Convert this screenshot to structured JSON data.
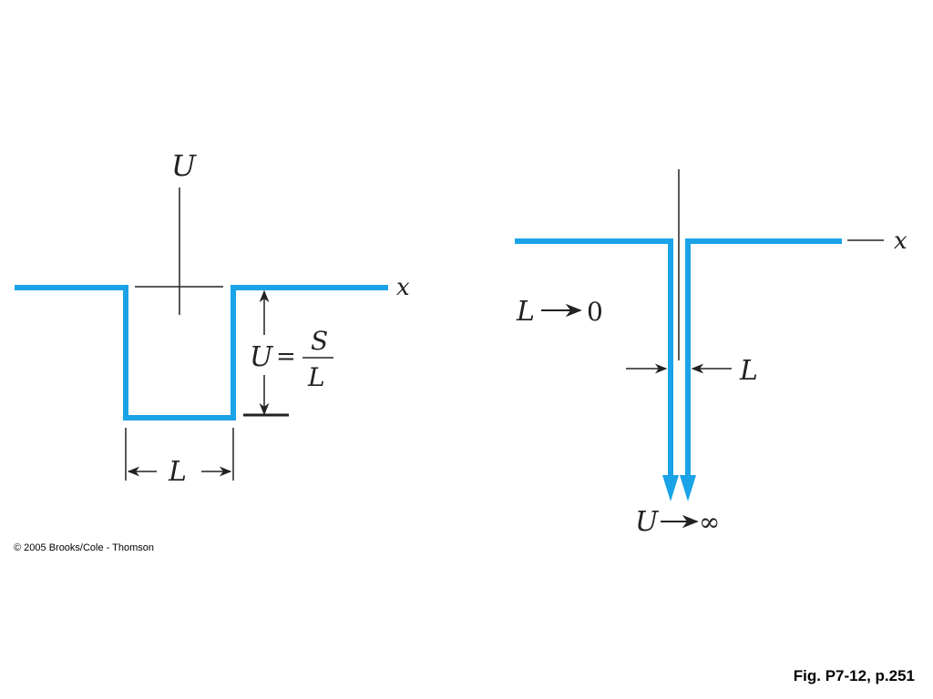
{
  "colors": {
    "well": "#1aa3e6",
    "axis": "#222222"
  },
  "left_diagram": {
    "axis_u_label": "U",
    "axis_x_label": "x",
    "depth_lhs": "U",
    "depth_equals": "=",
    "depth_numerator": "S",
    "depth_denominator": "L",
    "width_label": "L"
  },
  "right_diagram": {
    "axis_x_label": "x",
    "limit_l_var": "L",
    "limit_l_value": "0",
    "width_label": "L",
    "limit_u_var": "U",
    "limit_u_value": "∞"
  },
  "copyright": "© 2005 Brooks/Cole - Thomson",
  "caption": "Fig. P7-12, p.251"
}
